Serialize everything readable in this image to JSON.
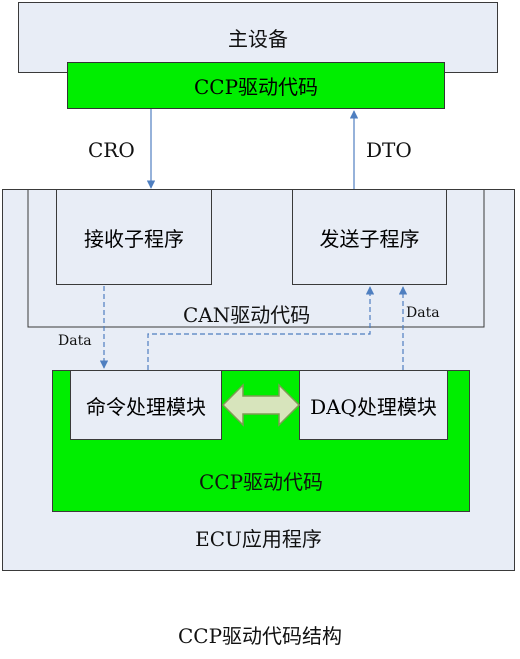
{
  "diagram": {
    "host_device": {
      "label": "主设备"
    },
    "host_ccp_driver": {
      "label": "CCP驱动代码"
    },
    "cro_label": "CRO",
    "dto_label": "DTO",
    "ecu_app": {
      "label": "ECU应用程序"
    },
    "can_driver": {
      "label": "CAN驱动代码"
    },
    "receive_subprogram": {
      "label": "接收子程序"
    },
    "send_subprogram": {
      "label": "发送子程序"
    },
    "data_label_left": "Data",
    "data_label_right": "Data",
    "ecu_ccp_driver": {
      "label": "CCP驱动代码"
    },
    "command_module": {
      "label": "命令处理模块"
    },
    "daq_module": {
      "label": "DAQ处理模块"
    },
    "caption": "CCP驱动代码结构"
  },
  "colors": {
    "green": "#00ee00",
    "panel": "#e8edf6",
    "arrow_blue": "#4f7fc0",
    "double_arrow_fill": "#d7e4bc",
    "double_arrow_stroke": "#7f9b54"
  }
}
